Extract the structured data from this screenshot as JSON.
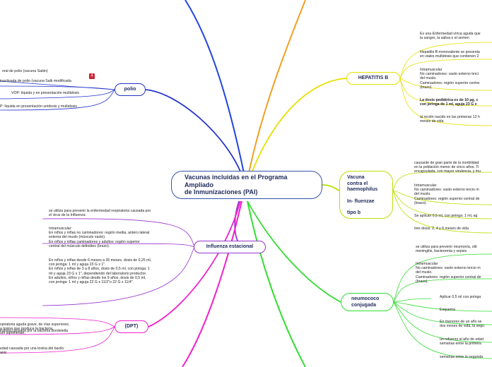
{
  "central": {
    "line1": "Vacunas incluidas en el Programa",
    "line2": "Ampliado",
    "line3": "de Inmunizaciones (PAI)"
  },
  "polio": {
    "label": "polio",
    "items": [
      "oral de polio (vacuna Sabin)",
      "inactivada de polio (vacuna Salk modificada",
      "VOP: líquida y en presentación multidosis",
      "P: líquida en presentación unidosis y multidosis"
    ],
    "badge": "4"
  },
  "influenza": {
    "label": "Influenza estacional",
    "items": [
      "se utiliza para prevenir la enfermedad respiratoria causada por\nel virus de la Influenza",
      "Intramuscular:\nEn niños y niñas no caminadores: región media, antero lateral\nexterna del muslo (músculo vasto).\nEn niños y niñas caminadores y adultos: región superior\ncentral del músculo deltoides (brazo).",
      "En niños y niñas desde 6 meses a 35 meses, dosis de 0,25 ml,\ncon jeringa: 1 ml y aguja 23 G x 1\".\nEn niños y niñas de 3 a 8 años, dosis de 0,5 ml, con jeringa: 1\nml y aguja 23 G x 1\", dependiendo del laboratorio productor.\nEn adultos, niños y niñas desde los 9 años, dosis de 0,5 ml,\ncon jeringa: 1 ml y aguja 22 G x 11/2\"o 22 G x 11/4\"."
    ]
  },
  "dpt": {
    "label": "(DPT)",
    "items": [
      "spiratoria aguda grave, de vías superiores,\na toxina que produce la bacteria\num diphtheriae,",
      "iratoria causada por la bacteria Bordetella",
      "edad causada por una toxina del bacilo\nanic"
    ]
  },
  "hepatitis": {
    "label": "HEPATITIS B",
    "items": [
      "Es una Enfermedad vírica aguda que\nla sangre, la saliva o el semen",
      "Hepatitis B monovalente se presenta\nen viales multidosis que contienen 2",
      "Intramuscular\nNo caminadores: vasto externo terci\ndel muslo.\nCaminadores: región superior centra\n(brazo)",
      "La dosis pediátrica es de 10 µg, c\ncon jeringa de 1 ml, aguja 23 G x",
      "al recién nacido en las primeras 12 h\nmeses de vida"
    ]
  },
  "haemophilus": {
    "line1": "Vacuna",
    "line2": "contra el",
    "line3": "haemophilus",
    "line4": "In- fluenzae",
    "line5": "tipo b",
    "items": [
      "causante de gran parte de la morbilidad\nen la población menor de cinco años. Ti\nencapsulada, con mayor virulencia, y mu",
      "Intramuscular\nNo caminadores: vasto externo tercio m\ndel muslo.\nCaminadores: región superior central de\n(brazo).",
      "Se aplican 0,5 ml, con jeringa: 1 ml, ag",
      "tres dosis: 2, 4 y 6 meses de vida"
    ]
  },
  "neumococo": {
    "line1": "neumococo",
    "line2": "conjugada",
    "items": [
      "se utiliza para prevenir neumonía, otit\nmeningitis, bacteremia y sepsis",
      "Intramuscular\nNo caminadores: vasto externo tercio m\ndel muslo.\nCaminadores: región superior central de\n(brazo).",
      "Aplicar 0,5 ml con jeringa",
      "Esquema",
      "En menores de un año se\ndos meses de vida, la segu",
      "un refuerzo al año de edad\nsemanas entre la primera",
      "semanas entre la segunda"
    ]
  }
}
